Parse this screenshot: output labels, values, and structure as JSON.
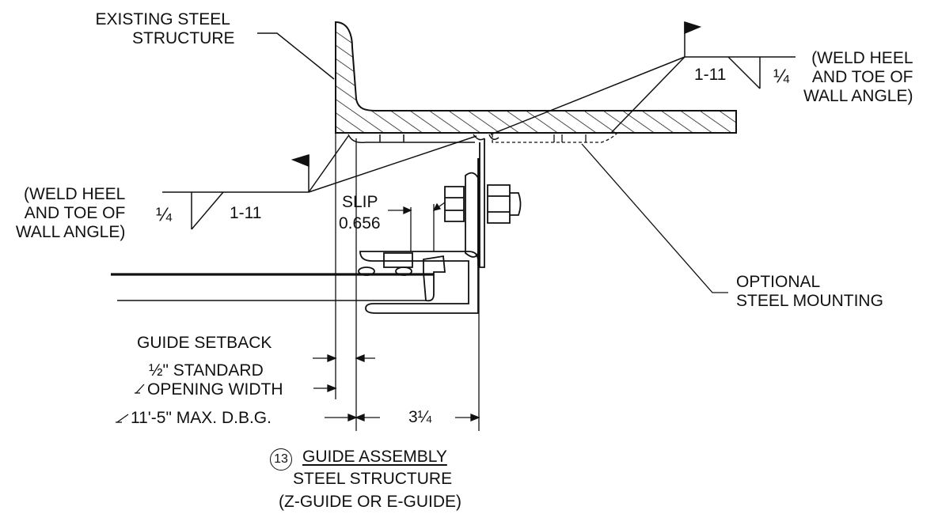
{
  "labels": {
    "existing_structure": [
      "EXISTING STEEL",
      "STRUCTURE"
    ],
    "weld_right": [
      "(WELD HEEL",
      "AND TOE OF",
      "WALL ANGLE)"
    ],
    "weld_left": [
      "(WELD HEEL",
      "AND TOE OF",
      "WALL ANGLE)"
    ],
    "weld_size_right": "1-11",
    "weld_size_left": "1-11",
    "weld_leg_right": "¼",
    "weld_leg_left": "¼",
    "slip_label": "SLIP",
    "slip_value": "0.656",
    "optional_mounting": [
      "OPTIONAL",
      "STEEL MOUNTING"
    ],
    "guide_setback": "GUIDE SETBACK",
    "half_standard": "½\" STANDARD",
    "opening_width": "OPENING WIDTH",
    "max_dbg": "11'-5\" MAX. D.B.G.",
    "dim_314": "3¼"
  },
  "caption": {
    "number": "13",
    "title": "GUIDE ASSEMBLY",
    "line2": "STEEL STRUCTURE",
    "line3": "(Z-GUIDE OR E-GUIDE)"
  }
}
